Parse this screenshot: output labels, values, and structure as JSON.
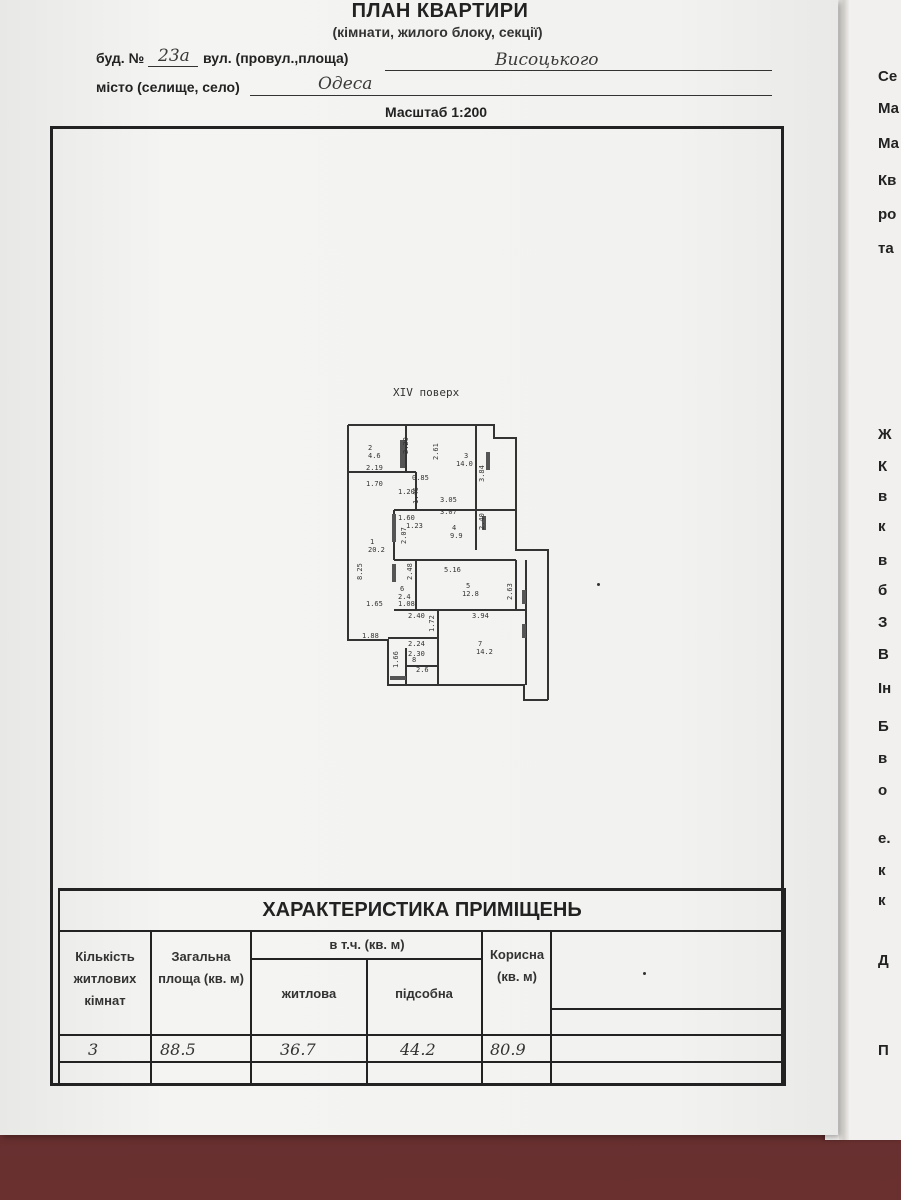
{
  "document": {
    "title": "ПЛАН КВАРТИРИ",
    "subtitle": "(кімнати, жилого блоку, секції)",
    "building_label": "буд. №",
    "building_number": "23а",
    "street_label": "вул. (провул.,площа)",
    "street_value": "Висоцького",
    "city_label": "місто (селище, село)",
    "city_value": "Одеса",
    "scale": "Масштаб 1:200"
  },
  "floorplan": {
    "floor": "XIV поверх",
    "rooms": [
      {
        "num": "1",
        "area": "20.2"
      },
      {
        "num": "2",
        "area": "4.6"
      },
      {
        "num": "3",
        "area": "14.0"
      },
      {
        "num": "4",
        "area": "9.9"
      },
      {
        "num": "5",
        "area": "12.8"
      },
      {
        "num": "6",
        "area": "2.4"
      },
      {
        "num": "7",
        "area": "14.2"
      },
      {
        "num": "8",
        "area": "2.6"
      }
    ],
    "dimensions": [
      "2.20",
      "2.19",
      "2.61",
      "3.84",
      "1.70",
      "0.85",
      "1.20",
      "1.46",
      "3.05",
      "3.07",
      "1.60",
      "1.23",
      "2.07",
      "2.40",
      "8.25",
      "5.16",
      "2.48",
      "2.63",
      "1.65",
      "1.08",
      "2.40",
      "3.94",
      "1.72",
      "1.88",
      "2.24",
      "2.30",
      "1.66"
    ]
  },
  "table": {
    "heading": "ХАРАКТЕРИСТИКА ПРИМІЩЕНЬ",
    "col_rooms": "Кількість житлових кімнат",
    "col_total": "Загальна площа (кв. м)",
    "col_group": "в т.ч. (кв. м)",
    "col_living": "житлова",
    "col_aux": "підсобна",
    "col_useful": "Корисна (кв. м)",
    "values": {
      "rooms": "3",
      "total": "88.5",
      "living": "36.7",
      "aux": "44.2",
      "useful": "80.9"
    }
  },
  "right_page_letters": [
    "Се",
    "Ма",
    "Ма",
    "Кв",
    "ро",
    "та",
    "Ж",
    "К",
    "в",
    "к",
    "в",
    "б",
    "З",
    "В",
    "Ін",
    "Б",
    "в",
    "о",
    "е.",
    "к",
    "к",
    "Д",
    "П"
  ]
}
